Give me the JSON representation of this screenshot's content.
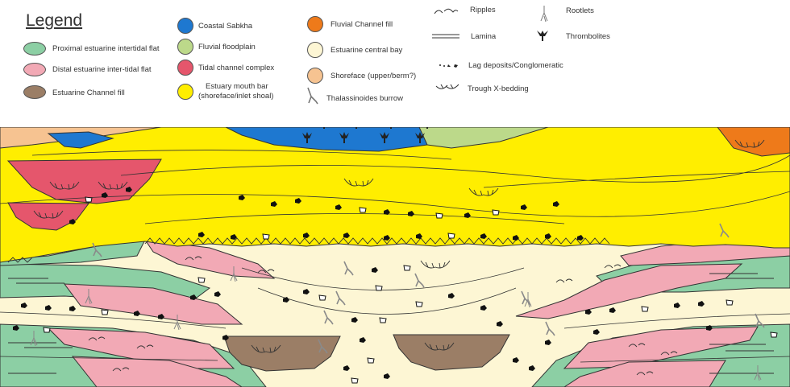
{
  "legend": {
    "title": "Legend",
    "items": [
      {
        "label": "Proximal estuarine intertidal flat",
        "color": "#8ccfa4"
      },
      {
        "label": "Distal estuarine inter-tidal flat",
        "color": "#f2a9b5"
      },
      {
        "label": "Estuarine Channel fill",
        "color": "#9b7e66"
      },
      {
        "label": "Coastal Sabkha",
        "color": "#1e78d0"
      },
      {
        "label": "Fluvial floodplain",
        "color": "#bcd98a"
      },
      {
        "label": "Tidal channel complex",
        "color": "#e5566c"
      },
      {
        "label": "Estuary mouth bar",
        "label2": "(shoreface/inlet shoal)",
        "color": "#ffee00"
      },
      {
        "label": "Fluvial Channel fill",
        "color": "#ee7a1a"
      },
      {
        "label": "Estuarine central bay",
        "color": "#fdf6d4"
      },
      {
        "label": "Shoreface (upper/berm?)",
        "color": "#f6c391"
      }
    ],
    "symbols": {
      "burrow": "Thalassinoides burrow",
      "ripples": "Ripples",
      "lamina": "Lamina",
      "lag": "Lag deposits/Conglomeratic",
      "trough": "Trough X-bedding",
      "rootlets": "Rootlets",
      "thrombolites": "Thrombolites"
    }
  }
}
